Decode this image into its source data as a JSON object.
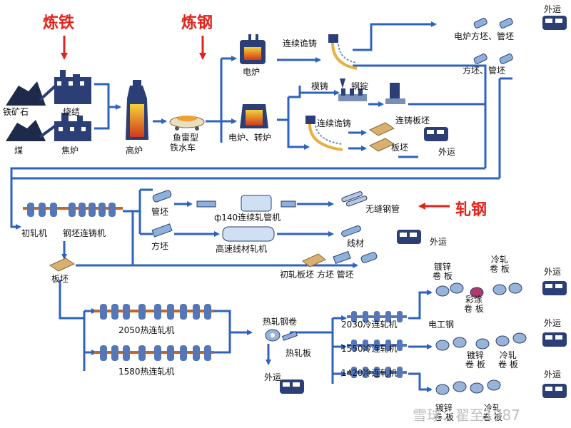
{
  "headers": {
    "ironmaking": "炼铁",
    "steelmaking": "炼钢",
    "rolling": "轧钢"
  },
  "labels": {
    "iron_ore": "铁矿石",
    "coal": "煤",
    "sintering": "烧结",
    "coking": "焦炉",
    "blast_furnace": "高炉",
    "torpedo_car_1": "鱼雷型",
    "torpedo_car_2": "铁水车",
    "eaf_top": "电炉",
    "eaf_converter": "电炉、转炉",
    "continuous_casting_top": "连续诡铸",
    "ingot_casting": "模铸",
    "steel_ingot": "钢锭",
    "continuous_casting_mid": "连续诡铸",
    "cc_slab": "连铸板坯",
    "slab_mid": "板坯",
    "eaf_billet_tube": "电炉方坯、管坯",
    "billet_tube": "方坯、管坯",
    "export_top": "外运",
    "export_mid": "外运",
    "primary_mill": "初轧机",
    "billet_caster": "钢坯连铸机",
    "tube_billet": "管坯",
    "square_billet": "方坯",
    "tube_mill": "ф140连续轧管机",
    "wire_mill": "高速线材轧机",
    "seamless_pipe": "无缝钢管",
    "wire_rod": "线材",
    "export_rolling": "外运",
    "slab_left": "板坯",
    "primary_products": "初轧板坯  方坯  管坯",
    "hsm_2050": "2050热连轧机",
    "hsm_1580": "1580热连轧机",
    "hot_coil": "热轧钢卷",
    "hot_plate": "热轧板",
    "export_bottom": "外运",
    "cold_2030": "2030冷连轧机",
    "cold_1550": "1550冷连轧机",
    "cold_1420": "1420冷连轧机",
    "galv_top_1": "镀锌",
    "galv_top_2": "卷 板",
    "cold_top_1": "冷轧",
    "cold_top_2": "卷 板",
    "color_1": "彩涂",
    "color_2": "卷 板",
    "electrical_steel": "电工钢",
    "galv_mid_1": "镀锌",
    "galv_mid_2": "卷 板",
    "cold_mid_1": "冷轧",
    "cold_mid_2": "卷 板",
    "galv_bot_1": "镀锌",
    "galv_bot_2": "卷 板",
    "cold_bot_1": "冷轧",
    "cold_bot_2": "卷 板",
    "export_r1": "外运",
    "export_r2": "外运",
    "export_r3": "外运"
  },
  "watermark": "雪球：翟至1987",
  "colors": {
    "flow_line": "#2e62c0",
    "header_red": "#e2231a",
    "mill_band": "#c8641e",
    "mill_unit": "#5577b8"
  }
}
